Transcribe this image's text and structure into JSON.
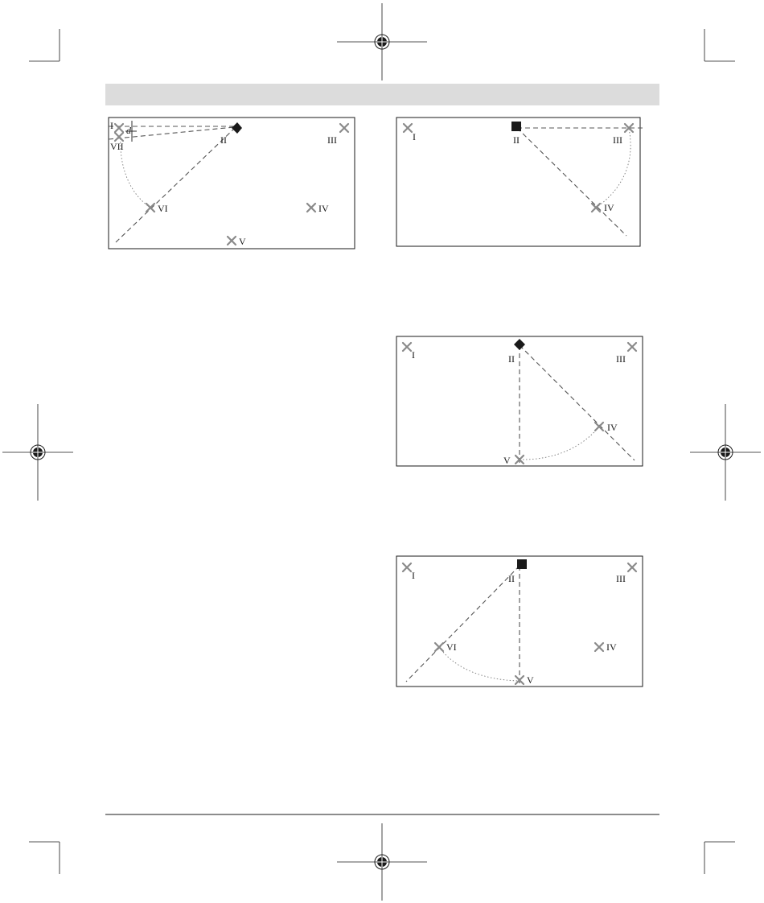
{
  "colors": {
    "header_bar": "#dcdcdc",
    "mark": "#8a8a8a",
    "laser": "#1a1a1a"
  },
  "diagrams": [
    {
      "id": "diagram-1",
      "device": "diamond",
      "labels": {
        "I": "I",
        "II": "II",
        "III": "III",
        "IV": "IV",
        "V": "V",
        "VI": "VI",
        "VII": "VII",
        "d": "d"
      }
    },
    {
      "id": "diagram-2",
      "device": "square",
      "labels": {
        "I": "I",
        "II": "II",
        "III": "III",
        "IV": "IV"
      }
    },
    {
      "id": "diagram-3",
      "device": "diamond",
      "labels": {
        "I": "I",
        "II": "II",
        "III": "III",
        "IV": "IV",
        "V": "V"
      }
    },
    {
      "id": "diagram-4",
      "device": "square",
      "labels": {
        "I": "I",
        "II": "II",
        "III": "III",
        "IV": "IV",
        "V": "V",
        "VI": "VI"
      }
    }
  ],
  "icons": [
    "registration-mark-icon",
    "crop-mark-icon",
    "cross-mark-icon",
    "laser-device-icon"
  ]
}
